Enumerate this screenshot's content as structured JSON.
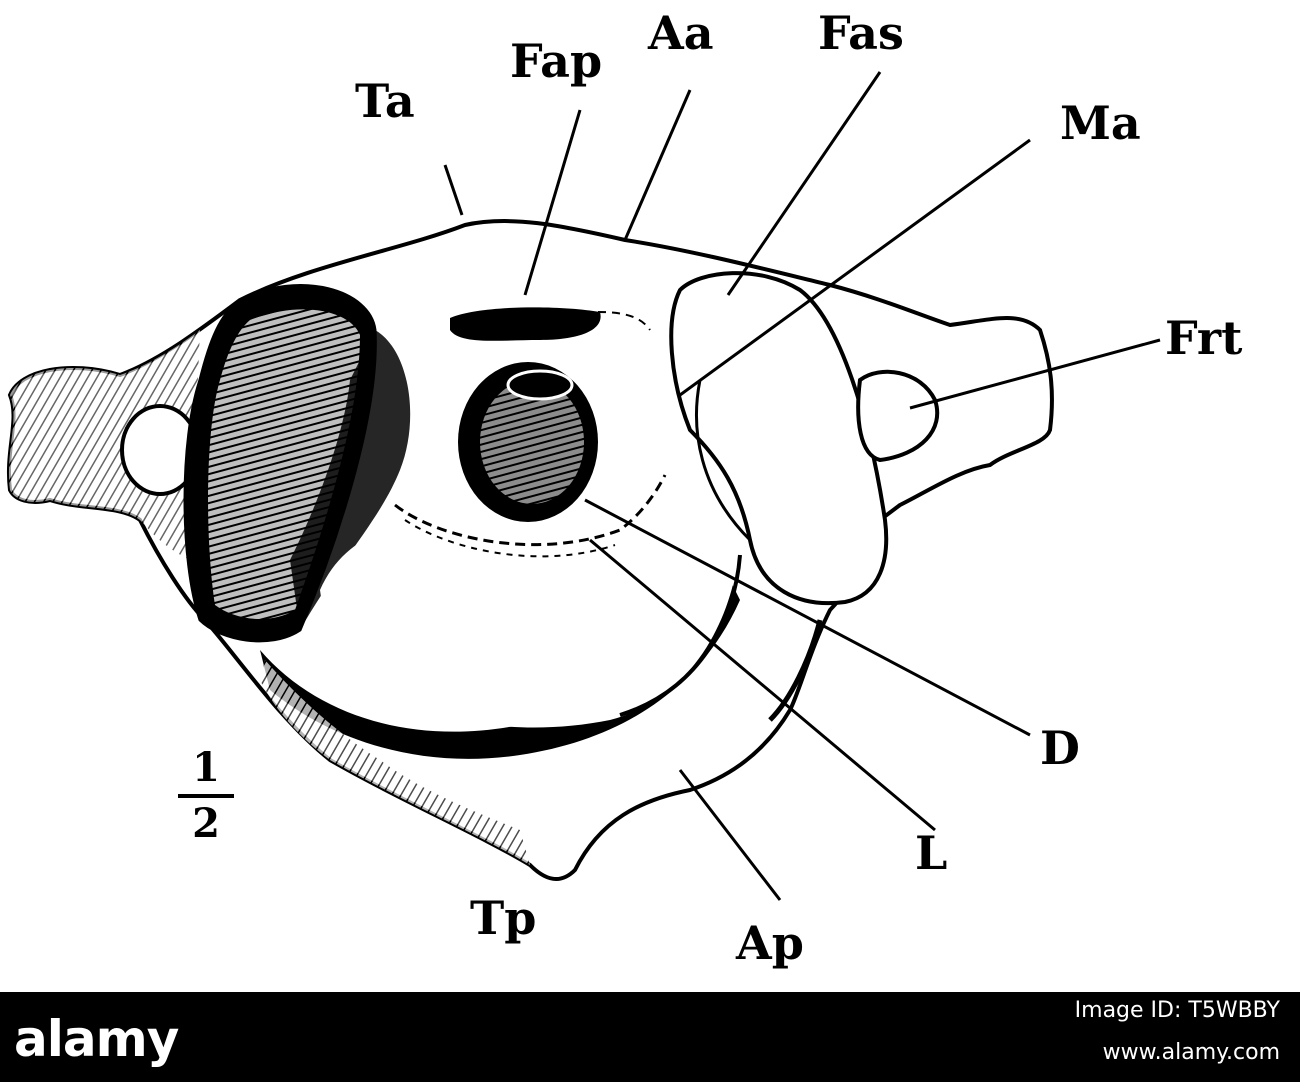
{
  "labels": {
    "ta": "Ta",
    "fap": "Fap",
    "aa": "Aa",
    "fas": "Fas",
    "ma": "Ma",
    "frt": "Frt",
    "d": "D",
    "l": "L",
    "tp": "Tp",
    "ap": "Ap"
  },
  "scale": {
    "numerator": "1",
    "denominator": "2"
  },
  "footer": {
    "logo": "alamy",
    "image_id_label": "Image ID: T5WBBY",
    "url": "www.alamy.com"
  },
  "colors": {
    "ink": "#000000",
    "paper": "#ffffff",
    "footer_bg": "#000000"
  }
}
